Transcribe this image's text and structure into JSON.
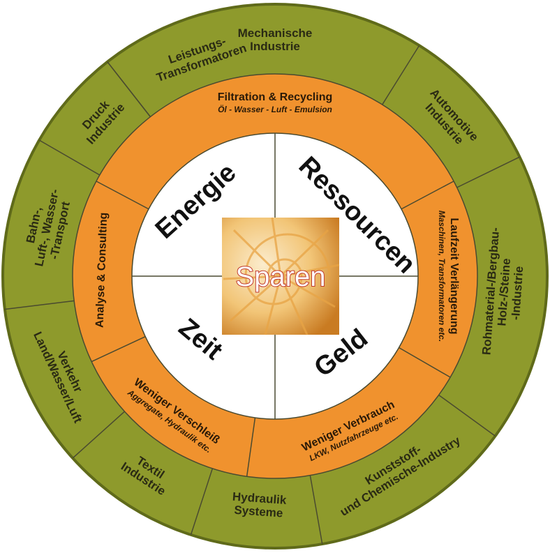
{
  "colors": {
    "outer_ring": "#8e9a2c",
    "outer_ring_rim": "#5f6a1a",
    "middle_ring": "#f0922e",
    "inner_disc": "#ffffff",
    "dividers": "#4a4a30",
    "center_tile_light": "#f7dca0",
    "center_tile_dark": "#d9902e",
    "center_text": "#ffffff",
    "center_text_outline": "#c0392b"
  },
  "center": {
    "label": "Sparen"
  },
  "inner_quadrants": [
    {
      "label": "Energie"
    },
    {
      "label": "Ressourcen"
    },
    {
      "label": "Geld"
    },
    {
      "label": "Zeit"
    }
  ],
  "middle_ring": [
    {
      "title": "Filtration & Recycling",
      "subtitle": "Öl - Wasser - Luft - Emulsion"
    },
    {
      "title": "Laufzeit Verlängerung",
      "subtitle": "Maschinen, Transformatoren etc."
    },
    {
      "title": "Weniger Verbrauch",
      "subtitle": "LKW, Nutzfahrzeuge etc."
    },
    {
      "title": "Weniger Verschleiß",
      "subtitle": "Aggregate, Hydraulik etc."
    },
    {
      "title": "Analyse & Consulting",
      "subtitle": ""
    }
  ],
  "outer_ring": [
    {
      "lines": [
        "Mechanische",
        "Industrie"
      ]
    },
    {
      "lines": [
        "Automotive",
        "Industrie"
      ]
    },
    {
      "lines": [
        "Rohmaterial-/Bergbau-",
        "Holz-/Steine",
        "-Industrie"
      ]
    },
    {
      "lines": [
        "Kunststoff-",
        "und Chemische-Industry"
      ]
    },
    {
      "lines": [
        "Hydraulik",
        "Systeme"
      ]
    },
    {
      "lines": [
        "Textil",
        "Industrie"
      ]
    },
    {
      "lines": [
        "Verkehr",
        "Land/Wasser/Luft"
      ]
    },
    {
      "lines": [
        "Bahn-,",
        "Luft-, Wasser-",
        "-Transport"
      ]
    },
    {
      "lines": [
        "Druck",
        "Industrie"
      ]
    },
    {
      "lines": [
        "Leistungs-",
        "Transformatoren"
      ]
    }
  ]
}
